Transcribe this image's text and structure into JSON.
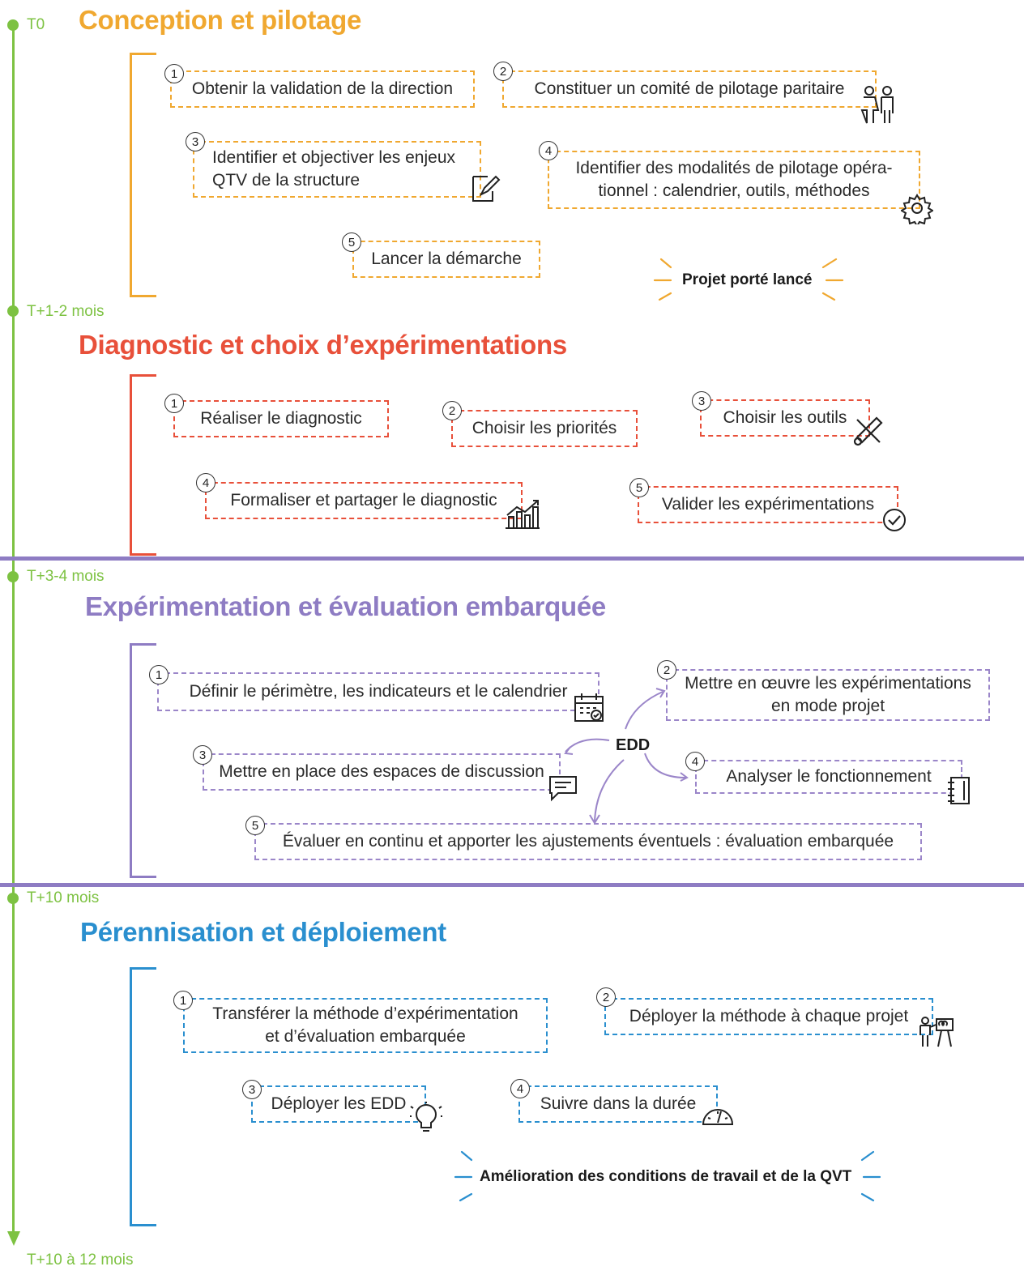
{
  "colors": {
    "timeline": "#7dc242",
    "phase1": "#f0a830",
    "phase2": "#e8503a",
    "phase3": "#8e7cc3",
    "phase4": "#2a8fcf"
  },
  "timeline": {
    "t0": "T0",
    "t1": "T+1-2 mois",
    "t2": "T+3-4 mois",
    "t3": "T+10 mois",
    "t4": "T+10 à 12 mois"
  },
  "phase1": {
    "title": "Conception et pilotage",
    "steps": [
      {
        "num": "1",
        "text": "Obtenir la validation de la direction"
      },
      {
        "num": "2",
        "text": "Constituer un comité de pilotage paritaire",
        "icon": "people-icon"
      },
      {
        "num": "3",
        "line1": "Identifier et objectiver les enjeux",
        "line2": "QTV de la structure",
        "icon": "edit-note-icon"
      },
      {
        "num": "4",
        "line1": "Identifier des modalités de pilotage opéra-",
        "line2": "tionnel : calendrier, outils, méthodes",
        "icon": "gear-icon"
      },
      {
        "num": "5",
        "text": "Lancer la démarche"
      }
    ],
    "callout": "Projet porté lancé"
  },
  "phase2": {
    "title": "Diagnostic et choix d’expérimentations",
    "steps": [
      {
        "num": "1",
        "text": "Réaliser le diagnostic"
      },
      {
        "num": "2",
        "text": "Choisir les priorités"
      },
      {
        "num": "3",
        "text": "Choisir les outils",
        "icon": "tools-icon"
      },
      {
        "num": "4",
        "text": "Formaliser et partager le diagnostic",
        "icon": "chart-icon"
      },
      {
        "num": "5",
        "text": "Valider les expérimentations",
        "icon": "check-circle-icon"
      }
    ]
  },
  "phase3": {
    "title": "Expérimentation et évaluation embarquée",
    "center": "EDD",
    "steps": [
      {
        "num": "1",
        "text": "Définir le périmètre, les indicateurs et le calendrier",
        "icon": "calendar-icon"
      },
      {
        "num": "2",
        "line1": "Mettre en œuvre les expérimentations",
        "line2": "en mode projet"
      },
      {
        "num": "3",
        "text": "Mettre en place des espaces de discussion",
        "icon": "chat-icon"
      },
      {
        "num": "4",
        "text": "Analyser le fonctionnement",
        "icon": "notebook-icon"
      },
      {
        "num": "5",
        "text": "Évaluer en continu et apporter les ajustements éventuels : évaluation embarquée"
      }
    ]
  },
  "phase4": {
    "title": "Pérennisation et déploiement",
    "steps": [
      {
        "num": "1",
        "line1": "Transférer la méthode d’expérimentation",
        "line2": "et d’évaluation embarquée"
      },
      {
        "num": "2",
        "text": "Déployer la méthode à chaque projet",
        "icon": "presenter-icon"
      },
      {
        "num": "3",
        "text": "Déployer les EDD",
        "icon": "lightbulb-icon"
      },
      {
        "num": "4",
        "text": "Suivre dans la durée",
        "icon": "gauge-icon"
      }
    ],
    "callout": "Amélioration des conditions de travail et de la QVT"
  }
}
